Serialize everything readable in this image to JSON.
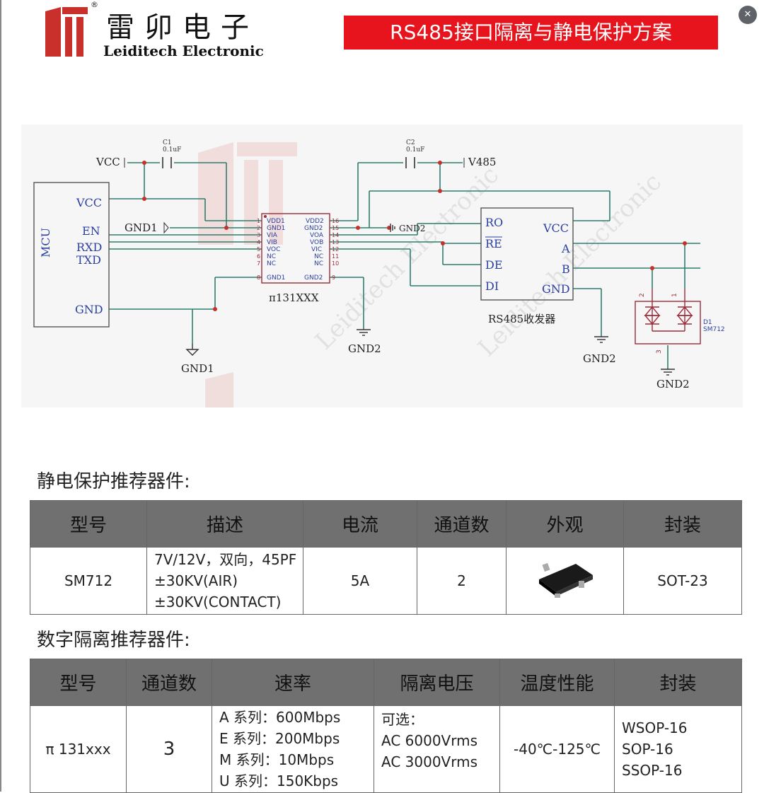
{
  "header": {
    "brand_cn": "雷卯电子",
    "brand_en": "Leiditech Electronic",
    "trademark": "®",
    "title": "RS485接口隔离与静电保护方案",
    "close_icon": "close-icon"
  },
  "schematic": {
    "mcu": {
      "name": "MCU",
      "pins": [
        "VCC",
        "EN",
        "RXD",
        "TXD",
        "GND"
      ]
    },
    "isolator": {
      "name": "π131XXX",
      "left_pins": [
        "VDD1",
        "GND1",
        "VIA",
        "VIB",
        "VOC",
        "NC",
        "NC",
        "GND1"
      ],
      "right_pins": [
        "VDD2",
        "GND2",
        "VOA",
        "VOB",
        "VIC",
        "NC",
        "NC",
        "GND2"
      ],
      "left_nums": [
        "1",
        "2",
        "3",
        "4",
        "5",
        "6",
        "7",
        "8"
      ],
      "right_nums": [
        "16",
        "15",
        "14",
        "13",
        "12",
        "11",
        "10",
        "9"
      ]
    },
    "transceiver": {
      "name": "RS485收发器",
      "left_pins": [
        "RO",
        "RE",
        "DE",
        "DI"
      ],
      "right_pins": [
        "VCC",
        "A",
        "B",
        "GND"
      ]
    },
    "tvs": {
      "ref": "D1",
      "part": "SM712",
      "pins": [
        "2",
        "1",
        "3"
      ]
    },
    "c1": {
      "ref": "C1",
      "value": "0.1uF"
    },
    "c2": {
      "ref": "C2",
      "value": "0.1uF"
    },
    "nets": {
      "vcc": "VCC",
      "v485": "V485",
      "gnd1": "GND1",
      "gnd2": "GND2"
    },
    "watermark": "Leiditech Electronic"
  },
  "esd_section": {
    "title": "静电保护推荐器件:",
    "headers": [
      "型号",
      "描述",
      "电流",
      "通道数",
      "外观",
      "封装"
    ],
    "row": {
      "model": "SM712",
      "desc": [
        "7V/12V，双向，45PF",
        "±30KV(AIR)",
        "±30KV(CONTACT)"
      ],
      "current": "5A",
      "channels": "2",
      "package": "SOT-23"
    }
  },
  "iso_section": {
    "title": "数字隔离推荐器件:",
    "headers": [
      "型号",
      "通道数",
      "速率",
      "隔离电压",
      "温度性能",
      "封装"
    ],
    "row": {
      "model": "π 131xxx",
      "channels": "3",
      "rates": [
        "A 系列：600Mbps",
        "E 系列：200Mbps",
        "M 系列：10Mbps",
        "U 系列：150Kbps"
      ],
      "voltage": [
        "可选：",
        "AC 6000Vrms",
        "AC 3000Vrms"
      ],
      "temp": "-40℃-125℃",
      "packages": [
        "WSOP-16",
        "SOP-16",
        "SSOP-16"
      ]
    }
  }
}
